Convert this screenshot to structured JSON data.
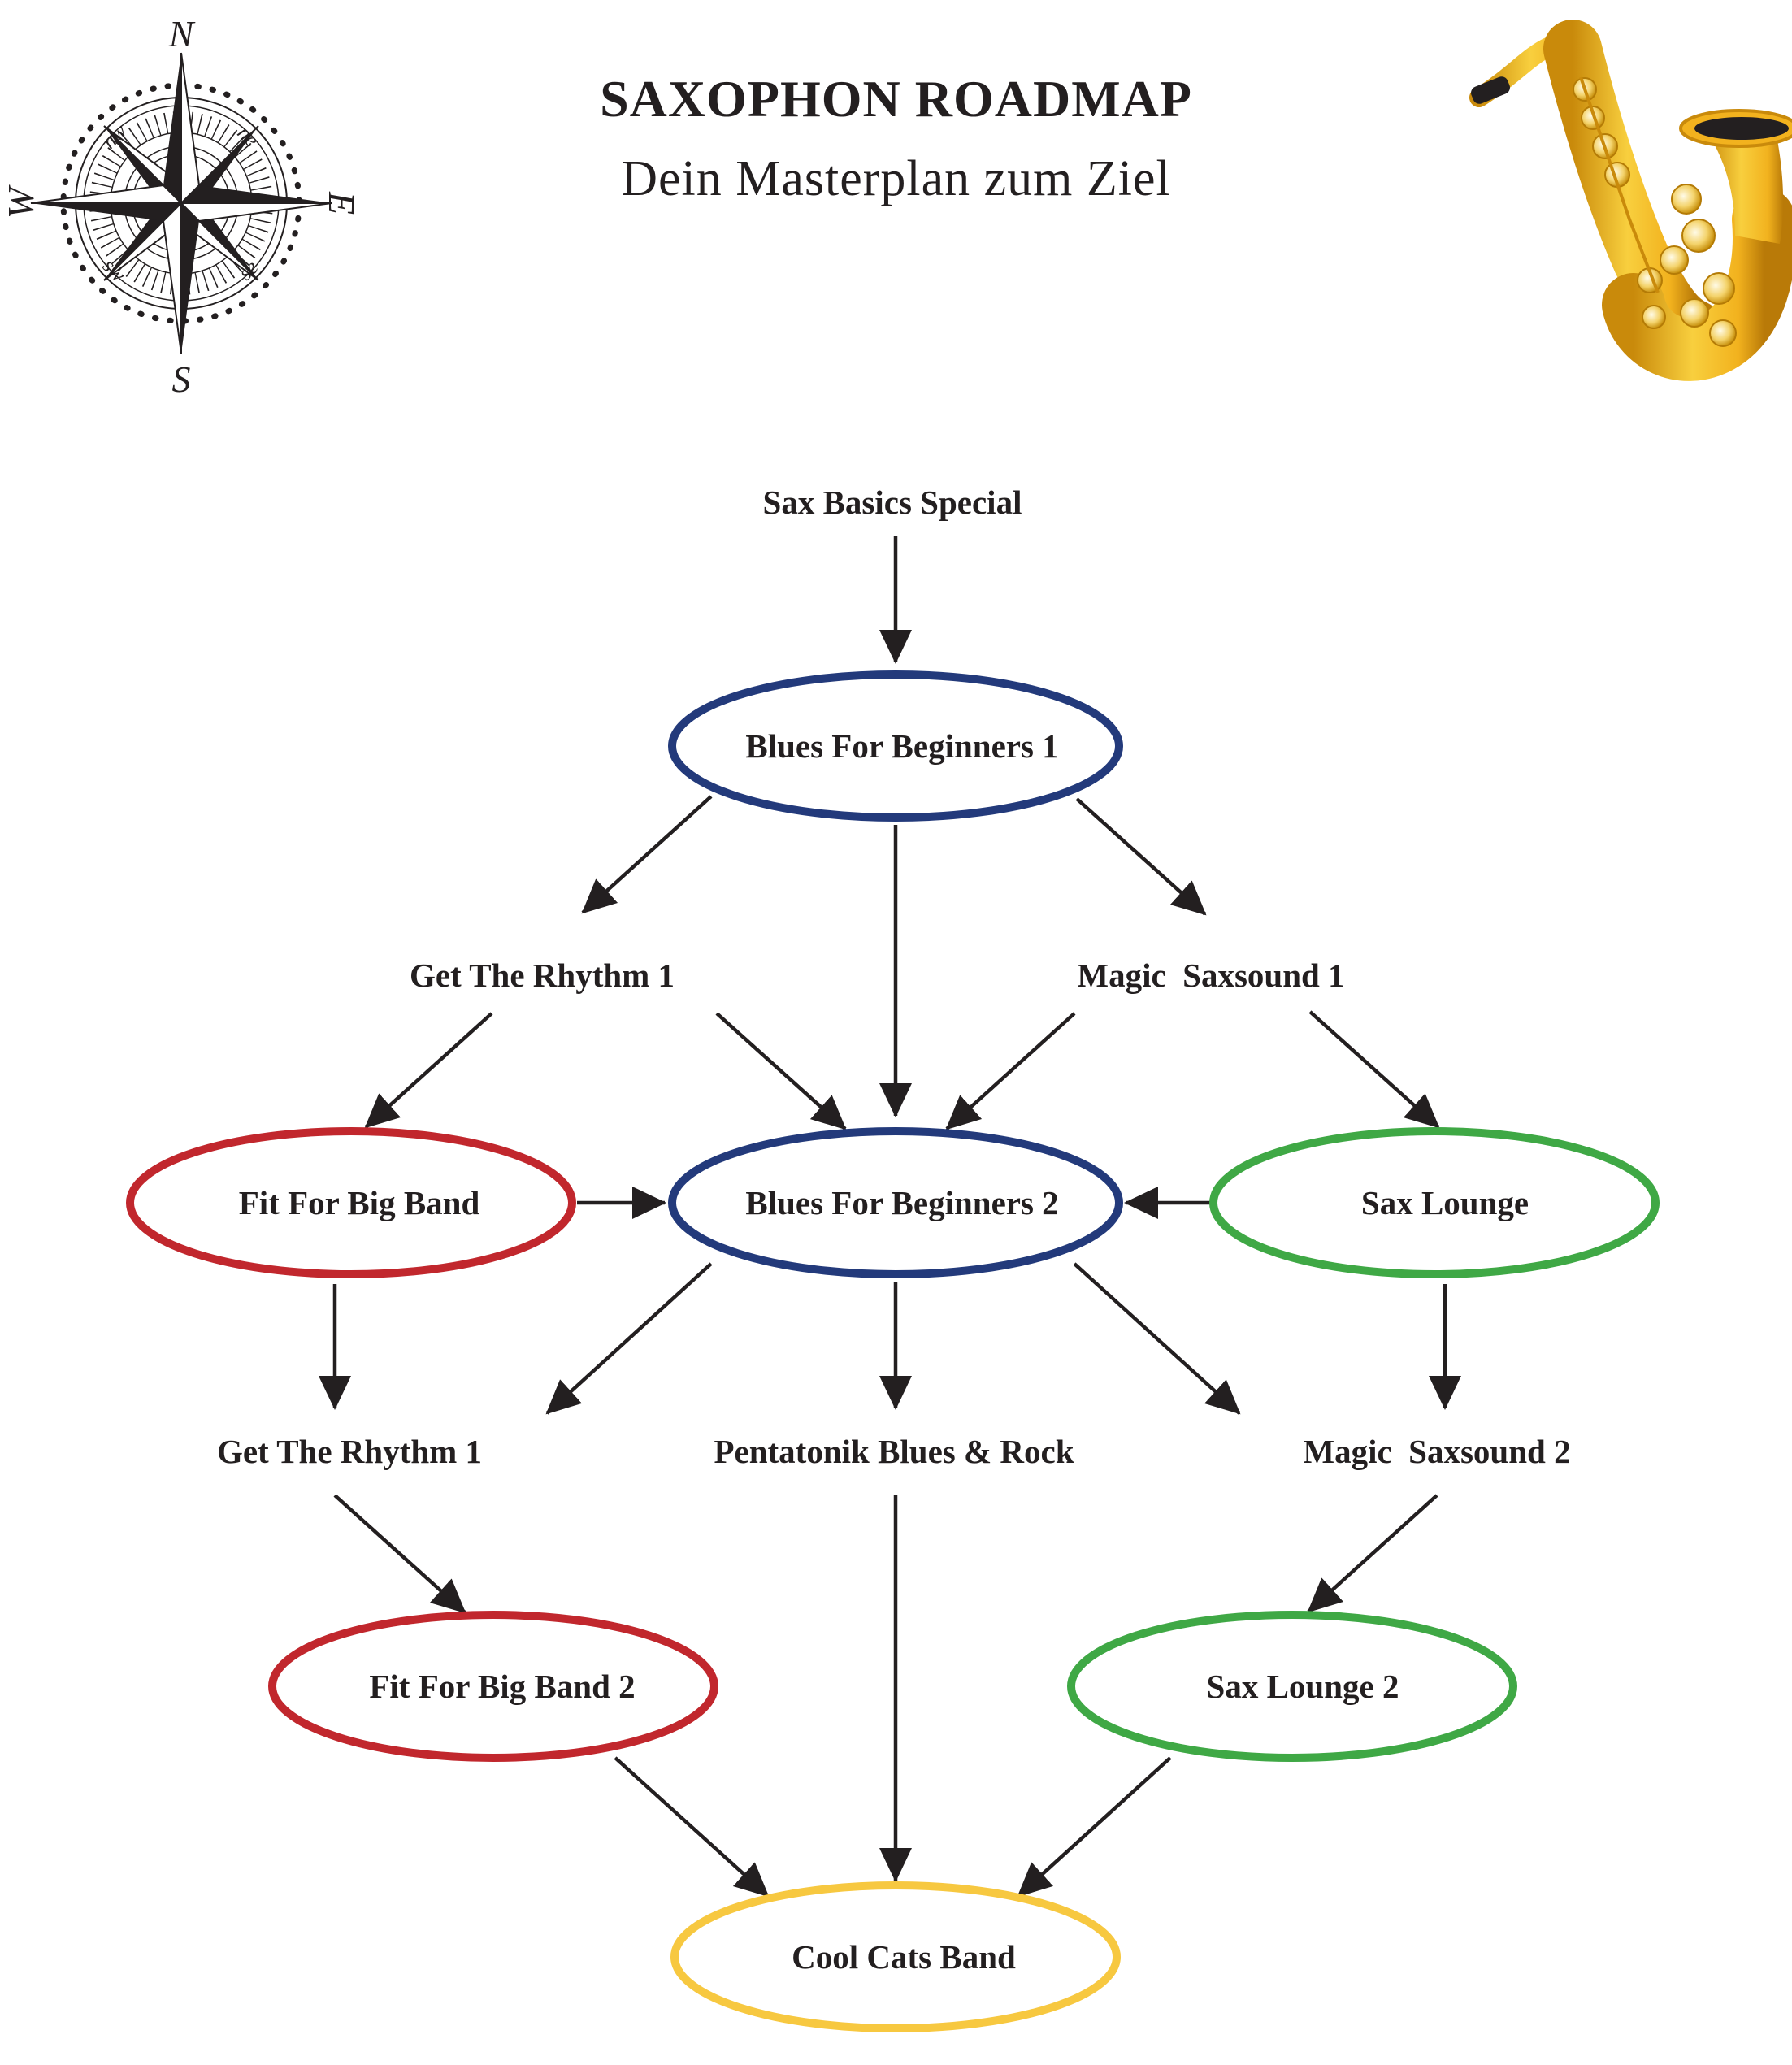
{
  "header": {
    "title": "SAXOPHON ROADMAP",
    "subtitle": "Dein Masterplan zum Ziel"
  },
  "compass": {
    "north": "N",
    "south": "S",
    "east": "E",
    "west": "W",
    "northwest": "nw",
    "northeast": "ne",
    "southwest": "sw",
    "southeast": "se"
  },
  "decorations": {
    "left_icon": "compass-rose-icon",
    "right_icon": "saxophone-icon"
  },
  "colors": {
    "blue": "#233a7b",
    "red": "#c1272d",
    "green": "#3fa845",
    "yellow": "#f7c840",
    "arrow": "#231f20",
    "gold": "#f2b21e"
  },
  "nodes": [
    {
      "id": "sax-basics-special",
      "label": "Sax Basics Special",
      "shape": "text"
    },
    {
      "id": "blues-for-beginners-1",
      "label": "Blues For Beginners 1",
      "shape": "ellipse",
      "color": "blue"
    },
    {
      "id": "get-the-rhythm-1-top",
      "label": "Get The Rhythm 1",
      "shape": "text"
    },
    {
      "id": "magic-saxsound-1",
      "label": "Magic  Saxsound 1",
      "shape": "text"
    },
    {
      "id": "fit-for-big-band",
      "label": "Fit For Big Band",
      "shape": "ellipse",
      "color": "red"
    },
    {
      "id": "blues-for-beginners-2",
      "label": "Blues For Beginners 2",
      "shape": "ellipse",
      "color": "blue"
    },
    {
      "id": "sax-lounge",
      "label": "Sax Lounge",
      "shape": "ellipse",
      "color": "green"
    },
    {
      "id": "get-the-rhythm-1-bottom",
      "label": "Get The Rhythm 1",
      "shape": "text"
    },
    {
      "id": "pentatonik-blues-rock",
      "label": "Pentatonik Blues & Rock",
      "shape": "text"
    },
    {
      "id": "magic-saxsound-2",
      "label": "Magic  Saxsound 2",
      "shape": "text"
    },
    {
      "id": "fit-for-big-band-2",
      "label": "Fit For Big Band 2",
      "shape": "ellipse",
      "color": "red"
    },
    {
      "id": "sax-lounge-2",
      "label": "Sax Lounge 2",
      "shape": "ellipse",
      "color": "green"
    },
    {
      "id": "cool-cats-band",
      "label": "Cool Cats Band",
      "shape": "ellipse",
      "color": "yellow"
    }
  ],
  "edges": [
    {
      "from": "sax-basics-special",
      "to": "blues-for-beginners-1"
    },
    {
      "from": "blues-for-beginners-1",
      "to": "get-the-rhythm-1-top"
    },
    {
      "from": "blues-for-beginners-1",
      "to": "blues-for-beginners-2"
    },
    {
      "from": "blues-for-beginners-1",
      "to": "magic-saxsound-1"
    },
    {
      "from": "get-the-rhythm-1-top",
      "to": "fit-for-big-band"
    },
    {
      "from": "get-the-rhythm-1-top",
      "to": "blues-for-beginners-2"
    },
    {
      "from": "magic-saxsound-1",
      "to": "blues-for-beginners-2"
    },
    {
      "from": "magic-saxsound-1",
      "to": "sax-lounge"
    },
    {
      "from": "fit-for-big-band",
      "to": "blues-for-beginners-2"
    },
    {
      "from": "sax-lounge",
      "to": "blues-for-beginners-2"
    },
    {
      "from": "fit-for-big-band",
      "to": "get-the-rhythm-1-bottom"
    },
    {
      "from": "blues-for-beginners-2",
      "to": "get-the-rhythm-1-bottom"
    },
    {
      "from": "blues-for-beginners-2",
      "to": "pentatonik-blues-rock"
    },
    {
      "from": "blues-for-beginners-2",
      "to": "magic-saxsound-2"
    },
    {
      "from": "sax-lounge",
      "to": "magic-saxsound-2"
    },
    {
      "from": "get-the-rhythm-1-bottom",
      "to": "fit-for-big-band-2"
    },
    {
      "from": "magic-saxsound-2",
      "to": "sax-lounge-2"
    },
    {
      "from": "fit-for-big-band-2",
      "to": "cool-cats-band"
    },
    {
      "from": "pentatonik-blues-rock",
      "to": "cool-cats-band"
    },
    {
      "from": "sax-lounge-2",
      "to": "cool-cats-band"
    }
  ]
}
